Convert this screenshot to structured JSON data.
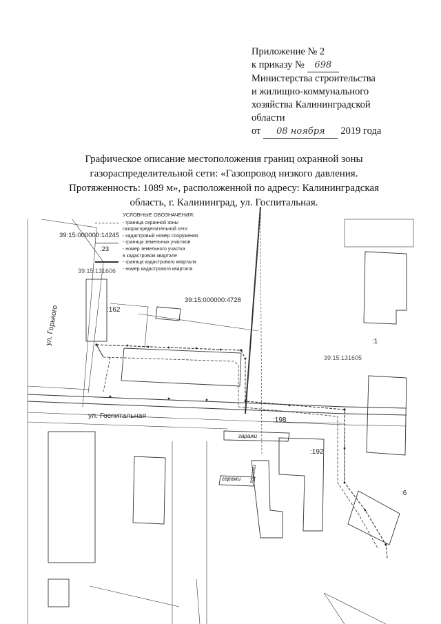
{
  "appendix": {
    "line1": "Приложение № 2",
    "line2_prefix": "к приказу №",
    "order_number": "698",
    "line3": "Министерства строительства",
    "line4": "и жилищно-коммунального",
    "line5": "хозяйства Калининградской",
    "line6": "области",
    "date_prefix": "от",
    "date_value": "08 ноября",
    "date_suffix": "2019 года"
  },
  "title": {
    "line1": "Графическое описание местоположения границ охранной зоны",
    "line2": "газораспределительной сети: «Газопровод низкого давления.",
    "line3": "Протяженность: 1089 м», расположенной по адресу: Калининградская",
    "line4": "область, г. Калининград, ул. Госпитальная."
  },
  "legend": {
    "heading": "УСЛОВНЫЕ ОБОЗНАЧЕНИЯ:",
    "items": [
      {
        "text": "- граница охранной зоны"
      },
      {
        "text": "газораспределительной сети"
      },
      {
        "symbol": "39:15:000000:14245",
        "text": "- кадастровый номер сооружения"
      },
      {
        "text": "- граница земельных участков"
      },
      {
        "symbol": ":23",
        "text": "- номер земельного участка"
      },
      {
        "text": "в кадастровом квартале"
      },
      {
        "text": "- граница кадастрового квартала"
      },
      {
        "symbol": "39:15:131606",
        "text": "- номер кадастрового квартала"
      }
    ]
  },
  "map_labels": {
    "structure_number": "39:15:000000:4728",
    "quarter_right": "39:15:131605",
    "parcel_162": ":162",
    "parcel_1": ":1",
    "parcel_198": ":198",
    "parcel_192": ":192",
    "parcel_6": ":6",
    "street_gorkogo": "ул. Горького",
    "street_gospitalnaya": "ул. Госпитальная",
    "garages_1": "гаражи",
    "garages_2": "гаражи",
    "garages_3": "гаражи"
  }
}
